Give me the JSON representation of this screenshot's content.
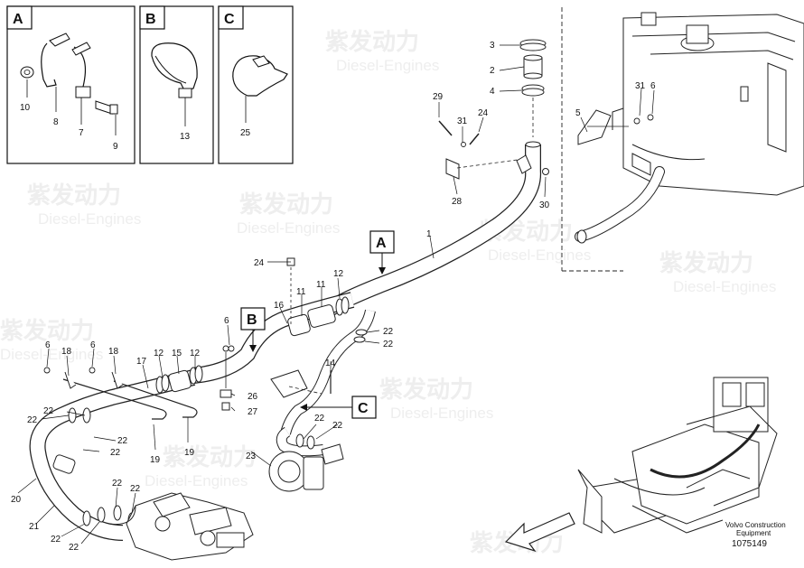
{
  "inset_boxes": [
    {
      "id": "A",
      "parts": [
        "10",
        "8",
        "7",
        "9"
      ]
    },
    {
      "id": "B",
      "parts": [
        "13"
      ]
    },
    {
      "id": "C",
      "parts": [
        "25"
      ]
    }
  ],
  "callouts": [
    "A",
    "B",
    "C"
  ],
  "part_labels": {
    "p1": "1",
    "p2": "2",
    "p3": "3",
    "p4": "4",
    "p5": "5",
    "p6a": "6",
    "p6b": "6",
    "p6c": "6",
    "p6d": "6",
    "p11a": "11",
    "p11b": "11",
    "p12a": "12",
    "p12b": "12",
    "p12c": "12",
    "p14": "14",
    "p15": "15",
    "p16": "16",
    "p17": "17",
    "p18a": "18",
    "p18b": "18",
    "p19a": "19",
    "p19b": "19",
    "p20": "20",
    "p21": "21",
    "p22a": "22",
    "p22b": "22",
    "p22c": "22",
    "p22d": "22",
    "p22e": "22",
    "p22f": "22",
    "p22g": "22",
    "p22h": "22",
    "p22i": "22",
    "p22j": "22",
    "p22k": "22",
    "p22l": "22",
    "p23": "23",
    "p24a": "24",
    "p24b": "24",
    "p26": "26",
    "p27": "27",
    "p28": "28",
    "p29": "29",
    "p30": "30",
    "p31a": "31",
    "p31b": "31"
  },
  "watermark": {
    "brand": "紫发动力",
    "sub": "Diesel-Engines"
  },
  "footer": {
    "line1": "Volvo Construction",
    "line2": "Equipment",
    "doc_number": "1075149"
  }
}
